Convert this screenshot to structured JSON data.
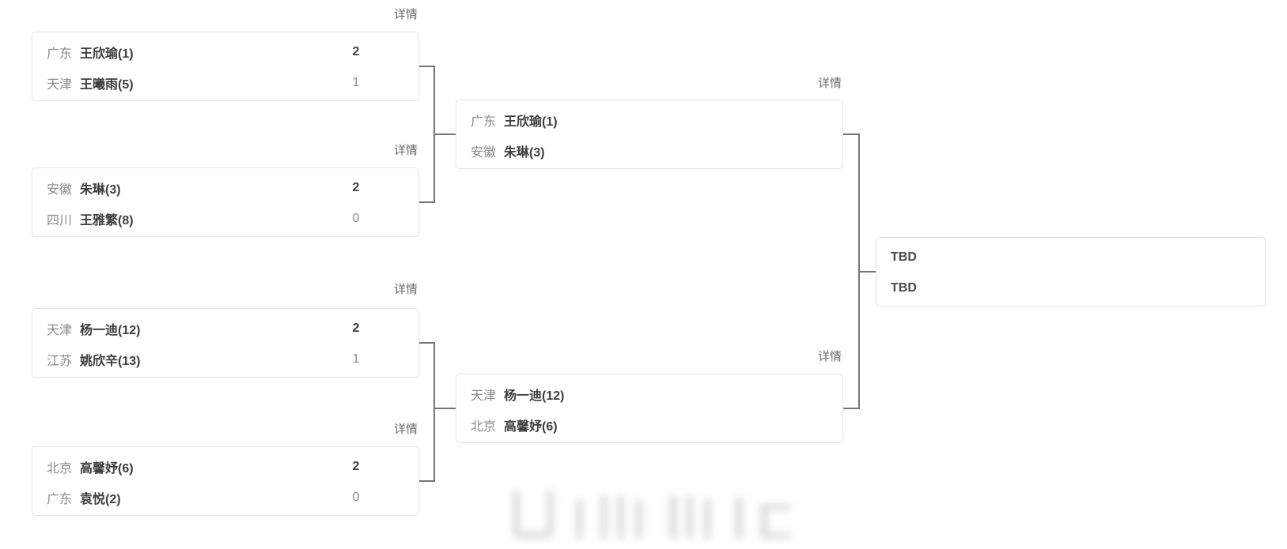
{
  "labels": {
    "details": "详情"
  },
  "colors": {
    "connector": "#757575",
    "card_border": "#e3e3e3",
    "winner_text": "#3d3d3d",
    "loser_text": "#8a8a8a",
    "details_text": "#6b6b6b"
  },
  "bracket": {
    "quarterfinals": [
      {
        "details": "详情",
        "players": [
          {
            "province": "广东",
            "name": "王欣瑜(1)",
            "score": "2"
          },
          {
            "province": "天津",
            "name": "王曦雨(5)",
            "score": "1"
          }
        ]
      },
      {
        "details": "详情",
        "players": [
          {
            "province": "安徽",
            "name": "朱琳(3)",
            "score": "2"
          },
          {
            "province": "四川",
            "name": "王雅繁(8)",
            "score": "0"
          }
        ]
      },
      {
        "details": "详情",
        "players": [
          {
            "province": "天津",
            "name": "杨一迪(12)",
            "score": "2"
          },
          {
            "province": "江苏",
            "name": "姚欣辛(13)",
            "score": "1"
          }
        ]
      },
      {
        "details": "详情",
        "players": [
          {
            "province": "北京",
            "name": "高馨妤(6)",
            "score": "2"
          },
          {
            "province": "广东",
            "name": "袁悦(2)",
            "score": "0"
          }
        ]
      }
    ],
    "semifinals": [
      {
        "details": "详情",
        "players": [
          {
            "province": "广东",
            "name": "王欣瑜(1)"
          },
          {
            "province": "安徽",
            "name": "朱琳(3)"
          }
        ]
      },
      {
        "details": "详情",
        "players": [
          {
            "province": "天津",
            "name": "杨一迪(12)"
          },
          {
            "province": "北京",
            "name": "高馨妤(6)"
          }
        ]
      }
    ],
    "final": {
      "players": [
        {
          "name": "TBD"
        },
        {
          "name": "TBD"
        }
      ]
    }
  }
}
